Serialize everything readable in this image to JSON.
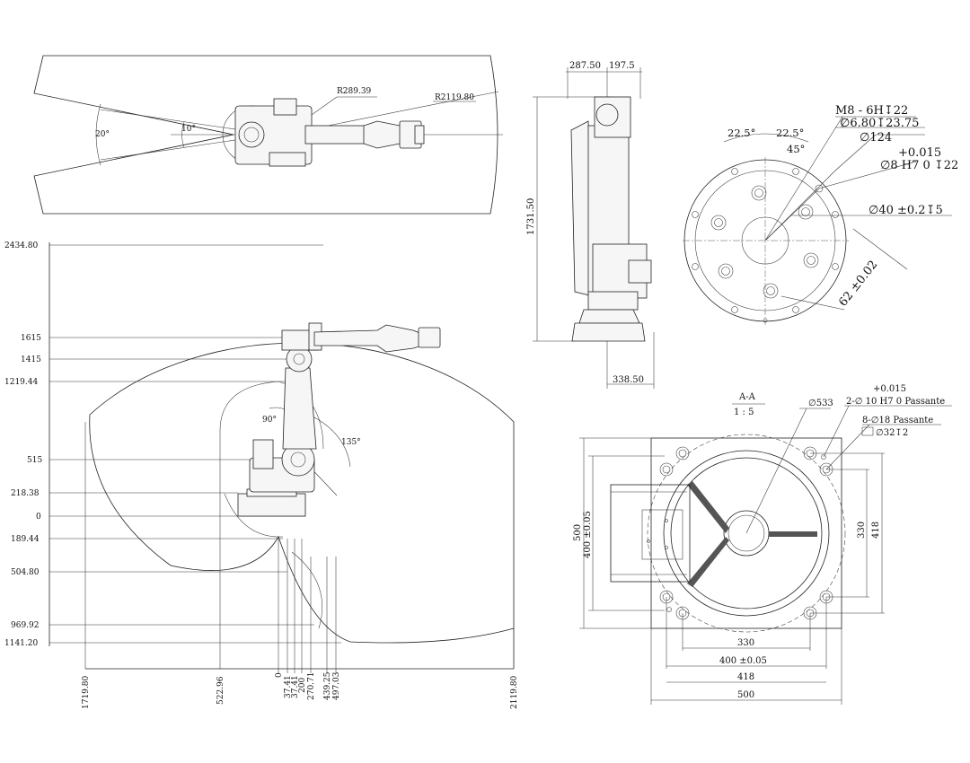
{
  "top_view": {
    "angle_wide": "20°",
    "angle_narrow": "10°",
    "radius_inner": "R289.39",
    "radius_outer": "R2119.80"
  },
  "side_view": {
    "heights": [
      "2434.80",
      "1615",
      "1415",
      "1219.44",
      "515",
      "218.38",
      "0",
      "189.44",
      "504.80",
      "969.92",
      "1141.20"
    ],
    "x_dims": [
      "1719.80",
      "522.96",
      "0",
      "37.41",
      "37.41",
      "200",
      "270.71",
      "439.25",
      "497.03",
      "2119.80"
    ],
    "angle_joint_a": "90°",
    "angle_joint_b": "135°"
  },
  "front_view": {
    "width_a": "287.50",
    "width_b": "197.5",
    "height": "1731.50",
    "base_width": "338.50"
  },
  "flange": {
    "angle_a": "22.5°",
    "angle_b": "22.5°",
    "angle_c": "45°",
    "thread_spec": "M8 - 6H↧22",
    "drill_spec": "∅6.80↧23.75",
    "pcd": "∅124",
    "tol_upper": "+0.015",
    "pin_spec": "∅8 H7 0 ↧22",
    "bore_spec": "∅40 ±0.2↧5",
    "offset_dim": "62 ±0.02"
  },
  "base_section": {
    "section_title": "A-A",
    "scale": "1 : 5",
    "outer_dia": "∅533",
    "tol_upper": "+0.015",
    "pin_holes": "2-∅ 10 H7 0 Passante",
    "through_holes": "8-∅18 Passante",
    "counterbore": "∅32↧2",
    "vert_outer": "500",
    "vert_inner": "400 ±0.05",
    "right_inner": "330",
    "right_outer": "418",
    "bottom_330": "330",
    "bottom_400": "400 ±0.05",
    "bottom_418": "418",
    "bottom_500": "500"
  }
}
